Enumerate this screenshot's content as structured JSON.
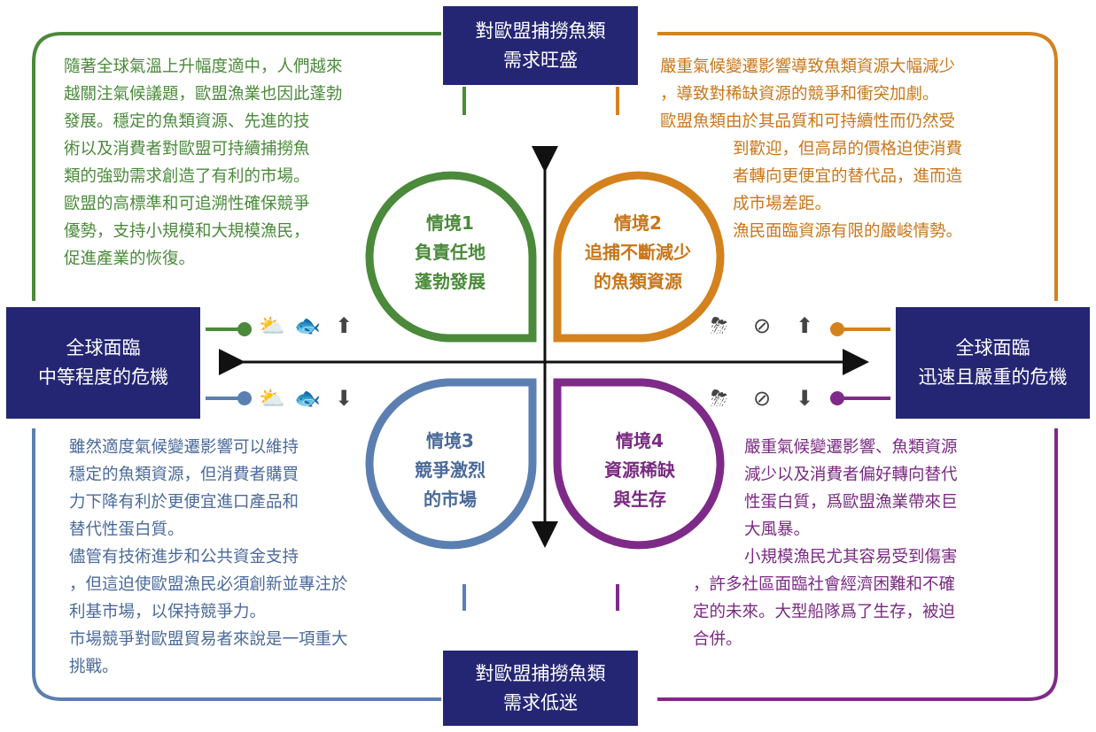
{
  "top_box": {
    "line1": "對歐盟捕撈魚類",
    "line2": "需求旺盛"
  },
  "bottom_box": {
    "line1": "對歐盟捕撈魚類",
    "line2": "需求低迷"
  },
  "left_box": {
    "line1": "全球面臨",
    "line2": "中等程度的危機"
  },
  "right_box": {
    "line1": "全球面臨",
    "line2": "迅速且嚴重的危機"
  },
  "scenario1": {
    "title": [
      "情境1",
      "負責任地",
      "蓬勃發展"
    ],
    "color": "#4a8a3a",
    "text": [
      "隨著全球氣溫上升幅度適中，人們越來",
      "越關注氣候議題，歐盟漁業也因此蓬勃",
      "發展。穩定的魚類資源、先進的技",
      "術以及消費者對歐盟可持續捕撈魚",
      "類的強勁需求創造了有利的市場。",
      "歐盟的高標準和可追溯性確保競爭",
      "優勢，支持小規模和大規模漁民，",
      "促進產業的恢復。"
    ]
  },
  "scenario2": {
    "title": [
      "情境2",
      "追捕不斷減少",
      "的魚類資源"
    ],
    "color": "#d4821e",
    "text": [
      "嚴重氣候變遷影響導致魚類資源大幅減少",
      "，導致對稀缺資源的競爭和衝突加劇。",
      "歐盟魚類由於其品質和可持續性而仍然受",
      "到歡迎，但高昂的價格迫使消費",
      "者轉向更便宜的替代品，進而造",
      "成市場差距。",
      "漁民面臨資源有限的嚴峻情勢。"
    ]
  },
  "scenario3": {
    "title": [
      "情境3",
      "競爭激烈",
      "的市場"
    ],
    "color": "#5b7fb0",
    "text": [
      "雖然適度氣候變遷影響可以維持",
      "穩定的魚類資源，但消費者購買",
      "力下降有利於更便宜進口產品和",
      "替代性蛋白質。",
      "儘管有技術進步和公共資金支持",
      "，但這迫使歐盟漁民必須創新並專注於",
      "利基市場，以保持競爭力。",
      "市場競爭對歐盟貿易者來說是一項重大",
      "挑戰。"
    ]
  },
  "scenario4": {
    "title": [
      "情境4",
      "資源稀缺",
      "與生存"
    ],
    "color": "#7e2a88",
    "text": [
      "嚴重氣候變遷影響、魚類資源",
      "減少以及消費者偏好轉向替代",
      "性蛋白質，爲歐盟漁業帶來巨",
      "大風暴。",
      "小規模漁民尤其容易受到傷害",
      "，許多社區面臨社會經濟困難和不確",
      "定的未來。大型船隊爲了生存，被迫",
      "合併。"
    ]
  },
  "icons": {
    "left_top": [
      "partly-cloudy-icon",
      "fish-icon",
      "up-arrow-basket-icon"
    ],
    "left_bottom": [
      "partly-cloudy-icon",
      "fish-icon",
      "down-arrow-basket-icon"
    ],
    "right_top": [
      "storm-thermometer-icon",
      "no-fish-icon",
      "up-arrow-basket-icon"
    ],
    "right_bottom": [
      "storm-thermometer-icon",
      "no-fish-icon",
      "down-arrow-basket-icon"
    ]
  },
  "colors": {
    "navy": "#252673",
    "green": "#4a8a3a",
    "orange": "#d4821e",
    "blue": "#5b7fb0",
    "purple": "#7e2a88"
  }
}
